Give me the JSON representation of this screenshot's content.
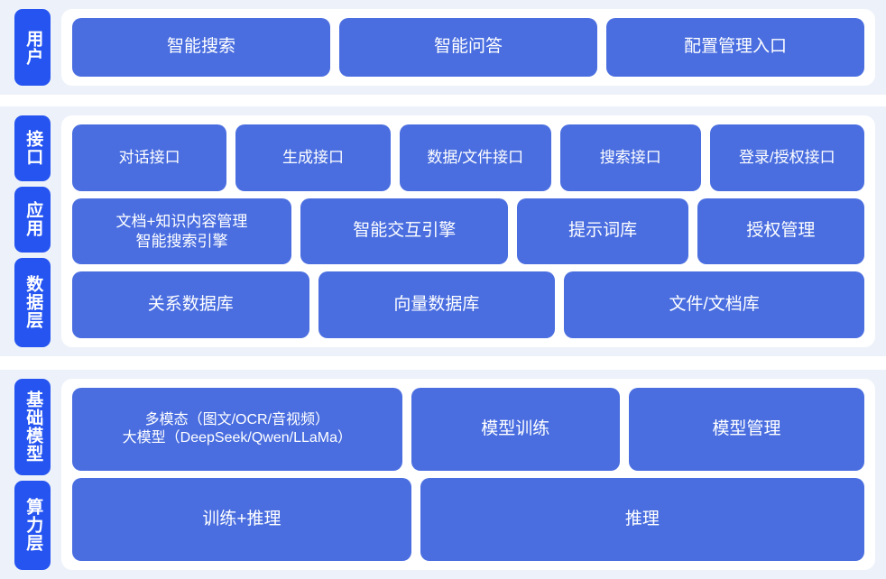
{
  "theme": {
    "page_background": "#ffffff",
    "band_background": "#edf2fa",
    "panel_background": "#ffffff",
    "tab_color": "#2554f0",
    "card_color": "#4a6ee0",
    "text_color": "#ffffff"
  },
  "sections": [
    {
      "id": "user",
      "tabs": [
        {
          "label": "用户"
        }
      ],
      "rows": [
        {
          "id": "user-entries",
          "cards": [
            {
              "label": "智能搜索",
              "flex": 1
            },
            {
              "label": "智能问答",
              "flex": 1
            },
            {
              "label": "配置管理入口",
              "flex": 1
            }
          ]
        }
      ]
    },
    {
      "id": "platform",
      "tabs": [
        {
          "label": "接口"
        },
        {
          "label": "应用"
        },
        {
          "label": "数据层"
        }
      ],
      "rows": [
        {
          "id": "interface-apis",
          "cards": [
            {
              "label": "对话接口",
              "flex": 1.02
            },
            {
              "label": "生成接口",
              "flex": 1.02
            },
            {
              "label": "数据/文件接口",
              "flex": 1.0
            },
            {
              "label": "搜索接口",
              "flex": 0.92
            },
            {
              "label": "登录/授权接口",
              "flex": 1.02
            }
          ]
        },
        {
          "id": "application-services",
          "cards": [
            {
              "label": "文档+知识内容管理\n智能搜索引擎",
              "flex": 1.12,
              "size": "small"
            },
            {
              "label": "智能交互引擎",
              "flex": 1.06
            },
            {
              "label": "提示词库",
              "flex": 0.86
            },
            {
              "label": "授权管理",
              "flex": 0.84
            }
          ]
        },
        {
          "id": "data-stores",
          "cards": [
            {
              "label": "关系数据库",
              "flex": 1.0
            },
            {
              "label": "向量数据库",
              "flex": 1.0
            },
            {
              "label": "文件/文档库",
              "flex": 1.28
            }
          ]
        }
      ]
    },
    {
      "id": "foundation",
      "tabs": [
        {
          "label": "基础模型"
        },
        {
          "label": "算力层"
        }
      ],
      "rows": [
        {
          "id": "base-models",
          "cards": [
            {
              "label": "多模态（图文/OCR/音视频）\n大模型（DeepSeek/Qwen/LLaMa）",
              "flex": 1.42,
              "size": "tiny"
            },
            {
              "label": "模型训练",
              "flex": 0.88
            },
            {
              "label": "模型管理",
              "flex": 1.0
            }
          ]
        },
        {
          "id": "compute-layer",
          "cards": [
            {
              "label": "训练+推理",
              "flex": 1.0
            },
            {
              "label": "推理",
              "flex": 1.32
            }
          ]
        }
      ]
    }
  ]
}
